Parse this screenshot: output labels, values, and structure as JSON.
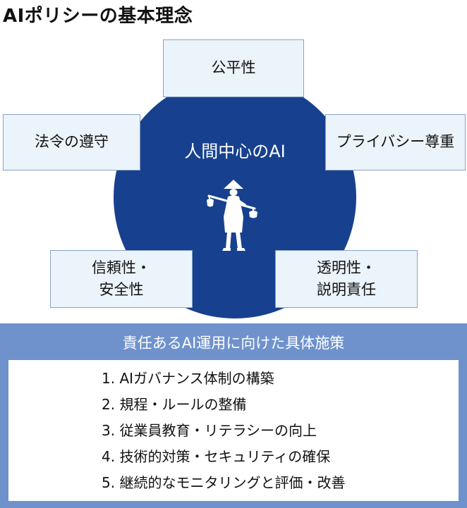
{
  "title": "AIポリシーの基本理念",
  "center": {
    "label": "人間中心のAI",
    "illustration_icon": "traveler-with-pole-silhouette"
  },
  "principles": {
    "fairness": [
      "公平性"
    ],
    "law_compliance": [
      "法令の遵守"
    ],
    "privacy": [
      "プライバシー尊重"
    ],
    "reliability_safety": [
      "信頼性・",
      "安全性"
    ],
    "transparency_accountability": [
      "透明性・",
      "説明責任"
    ]
  },
  "measures": {
    "title": "責任あるAI運用に向けた具体施策",
    "items": [
      "1. AIガバナンス体制の構築",
      "2. 規程・ルールの整備",
      "3. 従業員教育・リテラシーの向上",
      "4. 技術的対策・セキュリティの確保",
      "5. 継続的なモニタリングと評価・改善"
    ]
  },
  "colors": {
    "circle": "#17418f",
    "box_fill": "#ebf3fb",
    "box_border": "#8aa3c8",
    "panel": "#6f92cc"
  }
}
